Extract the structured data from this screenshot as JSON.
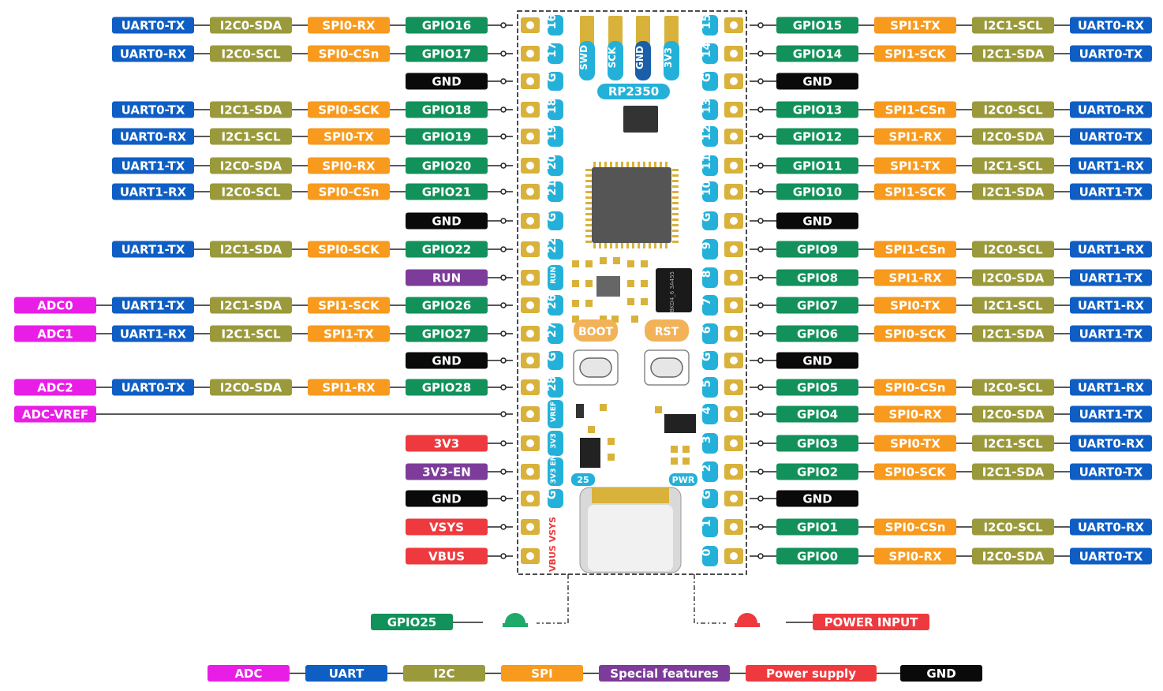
{
  "colors": {
    "ADC": "#e91ee6",
    "UART": "#0f5ec4",
    "I2C": "#9a9a3c",
    "SPI": "#f79a1e",
    "GPIO": "#12915b",
    "SPECIAL": "#7d3c9a",
    "POWER": "#ee3a3e",
    "GND": "#0a0a0a",
    "PIN": "#24b1d9",
    "PAD": "#d8b23a"
  },
  "chip": {
    "name": "RP2350",
    "top_pads": [
      "SWD",
      "SCK",
      "GND",
      "3V3"
    ],
    "boot_label": "BOOT",
    "rst_label": "RST",
    "led_left": "25",
    "led_right": "PWR",
    "vbus_vsys": "VBUS VSYS",
    "chip_text": "BKD4_6 3A455"
  },
  "left_pins": [
    {
      "num": "16",
      "labels": [
        [
          "UART",
          "UART0-TX"
        ],
        [
          "I2C",
          "I2C0-SDA"
        ],
        [
          "SPI",
          "SPI0-RX"
        ],
        [
          "GPIO",
          "GPIO16"
        ]
      ]
    },
    {
      "num": "17",
      "labels": [
        [
          "UART",
          "UART0-RX"
        ],
        [
          "I2C",
          "I2C0-SCL"
        ],
        [
          "SPI",
          "SPI0-CSn"
        ],
        [
          "GPIO",
          "GPIO17"
        ]
      ]
    },
    {
      "num": "G",
      "labels": [
        [
          "GND",
          "GND"
        ]
      ]
    },
    {
      "num": "18",
      "labels": [
        [
          "UART",
          "UART0-TX"
        ],
        [
          "I2C",
          "I2C1-SDA"
        ],
        [
          "SPI",
          "SPI0-SCK"
        ],
        [
          "GPIO",
          "GPIO18"
        ]
      ]
    },
    {
      "num": "19",
      "labels": [
        [
          "UART",
          "UART0-RX"
        ],
        [
          "I2C",
          "I2C1-SCL"
        ],
        [
          "SPI",
          "SPI0-TX"
        ],
        [
          "GPIO",
          "GPIO19"
        ]
      ]
    },
    {
      "num": "20",
      "labels": [
        [
          "UART",
          "UART1-TX"
        ],
        [
          "I2C",
          "I2C0-SDA"
        ],
        [
          "SPI",
          "SPI0-RX"
        ],
        [
          "GPIO",
          "GPIO20"
        ]
      ]
    },
    {
      "num": "21",
      "labels": [
        [
          "UART",
          "UART1-RX"
        ],
        [
          "I2C",
          "I2C0-SCL"
        ],
        [
          "SPI",
          "SPI0-CSn"
        ],
        [
          "GPIO",
          "GPIO21"
        ]
      ]
    },
    {
      "num": "G",
      "labels": [
        [
          "GND",
          "GND"
        ]
      ]
    },
    {
      "num": "22",
      "labels": [
        [
          "UART",
          "UART1-TX"
        ],
        [
          "I2C",
          "I2C1-SDA"
        ],
        [
          "SPI",
          "SPI0-SCK"
        ],
        [
          "GPIO",
          "GPIO22"
        ]
      ]
    },
    {
      "num": "RUN",
      "labels": [
        [
          "SPECIAL",
          "RUN"
        ]
      ]
    },
    {
      "num": "26",
      "labels": [
        [
          "ADC",
          "ADC0"
        ],
        [
          "UART",
          "UART1-TX"
        ],
        [
          "I2C",
          "I2C1-SDA"
        ],
        [
          "SPI",
          "SPI1-SCK"
        ],
        [
          "GPIO",
          "GPIO26"
        ]
      ]
    },
    {
      "num": "27",
      "labels": [
        [
          "ADC",
          "ADC1"
        ],
        [
          "UART",
          "UART1-RX"
        ],
        [
          "I2C",
          "I2C1-SCL"
        ],
        [
          "SPI",
          "SPI1-TX"
        ],
        [
          "GPIO",
          "GPIO27"
        ]
      ]
    },
    {
      "num": "G",
      "labels": [
        [
          "GND",
          "GND"
        ]
      ]
    },
    {
      "num": "28",
      "labels": [
        [
          "ADC",
          "ADC2"
        ],
        [
          "UART",
          "UART0-TX"
        ],
        [
          "I2C",
          "I2C0-SDA"
        ],
        [
          "SPI",
          "SPI1-RX"
        ],
        [
          "GPIO",
          "GPIO28"
        ]
      ]
    },
    {
      "num": "VREF",
      "labels": [
        [
          "ADC",
          "ADC-VREF"
        ]
      ]
    },
    {
      "num": "3V3",
      "labels": [
        [
          "POWER",
          "3V3"
        ]
      ]
    },
    {
      "num": "3V3 EN",
      "labels": [
        [
          "SPECIAL",
          "3V3-EN"
        ]
      ]
    },
    {
      "num": "G",
      "labels": [
        [
          "GND",
          "GND"
        ]
      ]
    },
    {
      "num": "",
      "labels": [
        [
          "POWER",
          "VSYS"
        ]
      ]
    },
    {
      "num": "",
      "labels": [
        [
          "POWER",
          "VBUS"
        ]
      ]
    }
  ],
  "right_pins": [
    {
      "num": "15",
      "labels": [
        [
          "GPIO",
          "GPIO15"
        ],
        [
          "SPI",
          "SPI1-TX"
        ],
        [
          "I2C",
          "I2C1-SCL"
        ],
        [
          "UART",
          "UART0-RX"
        ]
      ]
    },
    {
      "num": "14",
      "labels": [
        [
          "GPIO",
          "GPIO14"
        ],
        [
          "SPI",
          "SPI1-SCK"
        ],
        [
          "I2C",
          "I2C1-SDA"
        ],
        [
          "UART",
          "UART0-TX"
        ]
      ]
    },
    {
      "num": "G",
      "labels": [
        [
          "GND",
          "GND"
        ]
      ]
    },
    {
      "num": "13",
      "labels": [
        [
          "GPIO",
          "GPIO13"
        ],
        [
          "SPI",
          "SPI1-CSn"
        ],
        [
          "I2C",
          "I2C0-SCL"
        ],
        [
          "UART",
          "UART0-RX"
        ]
      ]
    },
    {
      "num": "12",
      "labels": [
        [
          "GPIO",
          "GPIO12"
        ],
        [
          "SPI",
          "SPI1-RX"
        ],
        [
          "I2C",
          "I2C0-SDA"
        ],
        [
          "UART",
          "UART0-TX"
        ]
      ]
    },
    {
      "num": "11",
      "labels": [
        [
          "GPIO",
          "GPIO11"
        ],
        [
          "SPI",
          "SPI1-TX"
        ],
        [
          "I2C",
          "I2C1-SCL"
        ],
        [
          "UART",
          "UART1-RX"
        ]
      ]
    },
    {
      "num": "10",
      "labels": [
        [
          "GPIO",
          "GPIO10"
        ],
        [
          "SPI",
          "SPI1-SCK"
        ],
        [
          "I2C",
          "I2C1-SDA"
        ],
        [
          "UART",
          "UART1-TX"
        ]
      ]
    },
    {
      "num": "G",
      "labels": [
        [
          "GND",
          "GND"
        ]
      ]
    },
    {
      "num": "9",
      "labels": [
        [
          "GPIO",
          "GPIO9"
        ],
        [
          "SPI",
          "SPI1-CSn"
        ],
        [
          "I2C",
          "I2C0-SCL"
        ],
        [
          "UART",
          "UART1-RX"
        ]
      ]
    },
    {
      "num": "8",
      "labels": [
        [
          "GPIO",
          "GPIO8"
        ],
        [
          "SPI",
          "SPI1-RX"
        ],
        [
          "I2C",
          "I2C0-SDA"
        ],
        [
          "UART",
          "UART1-TX"
        ]
      ]
    },
    {
      "num": "7",
      "labels": [
        [
          "GPIO",
          "GPIO7"
        ],
        [
          "SPI",
          "SPI0-TX"
        ],
        [
          "I2C",
          "I2C1-SCL"
        ],
        [
          "UART",
          "UART1-RX"
        ]
      ]
    },
    {
      "num": "6",
      "labels": [
        [
          "GPIO",
          "GPIO6"
        ],
        [
          "SPI",
          "SPI0-SCK"
        ],
        [
          "I2C",
          "I2C1-SDA"
        ],
        [
          "UART",
          "UART1-TX"
        ]
      ]
    },
    {
      "num": "G",
      "labels": [
        [
          "GND",
          "GND"
        ]
      ]
    },
    {
      "num": "5",
      "labels": [
        [
          "GPIO",
          "GPIO5"
        ],
        [
          "SPI",
          "SPI0-CSn"
        ],
        [
          "I2C",
          "I2C0-SCL"
        ],
        [
          "UART",
          "UART1-RX"
        ]
      ]
    },
    {
      "num": "4",
      "labels": [
        [
          "GPIO",
          "GPIO4"
        ],
        [
          "SPI",
          "SPI0-RX"
        ],
        [
          "I2C",
          "I2C0-SDA"
        ],
        [
          "UART",
          "UART1-TX"
        ]
      ]
    },
    {
      "num": "3",
      "labels": [
        [
          "GPIO",
          "GPIO3"
        ],
        [
          "SPI",
          "SPI0-TX"
        ],
        [
          "I2C",
          "I2C1-SCL"
        ],
        [
          "UART",
          "UART0-RX"
        ]
      ]
    },
    {
      "num": "2",
      "labels": [
        [
          "GPIO",
          "GPIO2"
        ],
        [
          "SPI",
          "SPI0-SCK"
        ],
        [
          "I2C",
          "I2C1-SDA"
        ],
        [
          "UART",
          "UART0-TX"
        ]
      ]
    },
    {
      "num": "G",
      "labels": [
        [
          "GND",
          "GND"
        ]
      ]
    },
    {
      "num": "1",
      "labels": [
        [
          "GPIO",
          "GPIO1"
        ],
        [
          "SPI",
          "SPI0-CSn"
        ],
        [
          "I2C",
          "I2C0-SCL"
        ],
        [
          "UART",
          "UART0-RX"
        ]
      ]
    },
    {
      "num": "0",
      "labels": [
        [
          "GPIO",
          "GPIO0"
        ],
        [
          "SPI",
          "SPI0-RX"
        ],
        [
          "I2C",
          "I2C0-SDA"
        ],
        [
          "UART",
          "UART0-TX"
        ]
      ]
    }
  ],
  "bottom": {
    "led_gpio": [
      "GPIO",
      "GPIO25"
    ],
    "power_input": [
      "POWER",
      "POWER INPUT"
    ]
  },
  "legend": [
    [
      "ADC",
      "ADC"
    ],
    [
      "UART",
      "UART"
    ],
    [
      "I2C",
      "I2C"
    ],
    [
      "SPI",
      "SPI"
    ],
    [
      "SPECIAL",
      "Special features"
    ],
    [
      "POWER",
      "Power supply"
    ],
    [
      "GND",
      "GND"
    ]
  ]
}
